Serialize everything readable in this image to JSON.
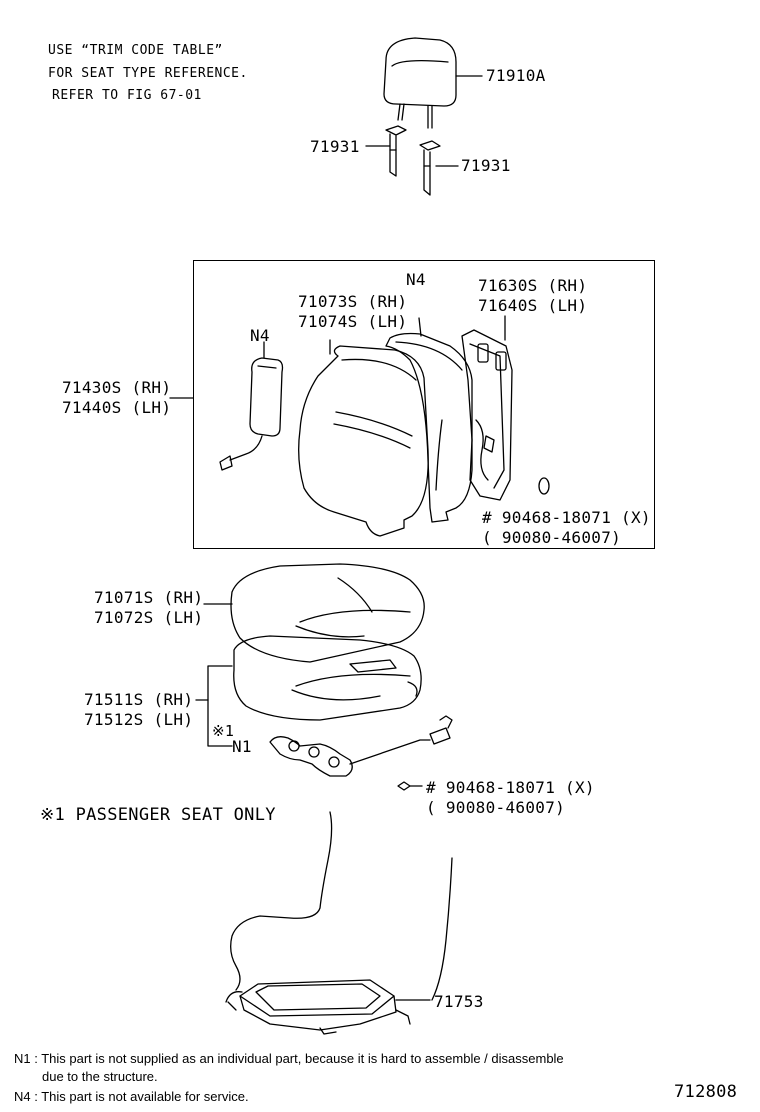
{
  "notes": {
    "line1": "USE “TRIM CODE TABLE”",
    "line2": "FOR SEAT TYPE REFERENCE.",
    "line3": "REFER TO FIG 67-01"
  },
  "parts": {
    "headrest": "71910A",
    "support_left": "71931",
    "support_right": "71931",
    "back_cover_rh": "71073S (RH)",
    "back_cover_lh": "71074S (LH)",
    "back_frame_rh": "71630S (RH)",
    "back_frame_lh": "71640S (LH)",
    "back_assy_rh": "71430S (RH)",
    "back_assy_lh": "71440S (LH)",
    "n4_left": "N4",
    "n4_top": "N4",
    "hogring_top_1": "# 90468-18071 (X)",
    "hogring_top_2": "( 90080-46007)",
    "cushion_cover_rh": "71071S (RH)",
    "cushion_cover_lh": "71072S (LH)",
    "cushion_pad_rh": "71511S (RH)",
    "cushion_pad_lh": "71512S (LH)",
    "note_mark": "※1",
    "n1": "N1",
    "hogring_bot_1": "# 90468-18071 (X)",
    "hogring_bot_2": "( 90080-46007)",
    "seat_frame": "71753"
  },
  "passenger_note": "※1   PASSENGER SEAT ONLY",
  "footnotes": {
    "n1_line1": "N1 : This part is not supplied as an individual part, because it is hard to assemble / disassemble",
    "n1_line2": "due to the structure.",
    "n4_line": "N4 : This part is not available for service."
  },
  "figure_number": "712808"
}
